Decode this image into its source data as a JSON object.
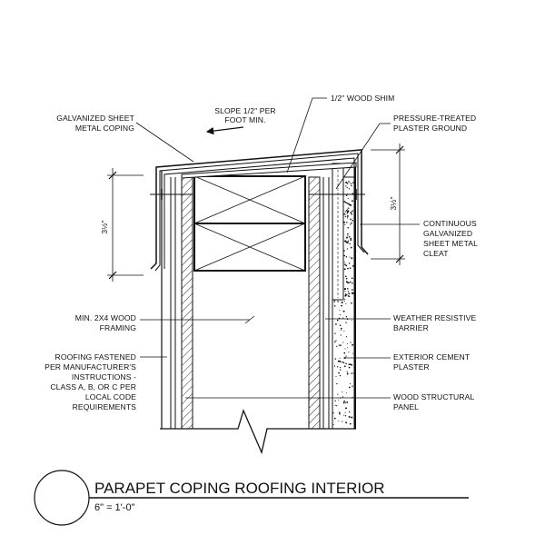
{
  "labels": {
    "wood_shim": "1/2\" WOOD SHIM",
    "slope": [
      "SLOPE 1/2\" PER",
      "FOOT MIN."
    ],
    "coping": [
      "GALVANIZED SHEET",
      "METAL COPING"
    ],
    "plaster_ground": [
      "PRESSURE-TREATED",
      "PLASTER GROUND"
    ],
    "dim_left": "3½\"",
    "dim_right": "3½\"",
    "cleat": [
      "CONTINUOUS",
      "GALVANIZED",
      "SHEET METAL",
      "CLEAT"
    ],
    "framing": [
      "MIN. 2X4 WOOD",
      "FRAMING"
    ],
    "barrier": [
      "WEATHER RESISTIVE",
      "BARRIER"
    ],
    "fastened": [
      "ROOFING FASTENED",
      "PER MANUFACTURER'S",
      "INSTRUCTIONS -",
      "CLASS A, B, OR C PER",
      "LOCAL CODE",
      "REQUIREMENTS"
    ],
    "plaster": [
      "EXTERIOR CEMENT",
      "PLASTER"
    ],
    "panel": [
      "WOOD STRUCTURAL",
      "PANEL"
    ]
  },
  "title": {
    "text": "PARAPET COPING ROOFING INTERIOR",
    "scale": "6\" = 1'-0\""
  }
}
